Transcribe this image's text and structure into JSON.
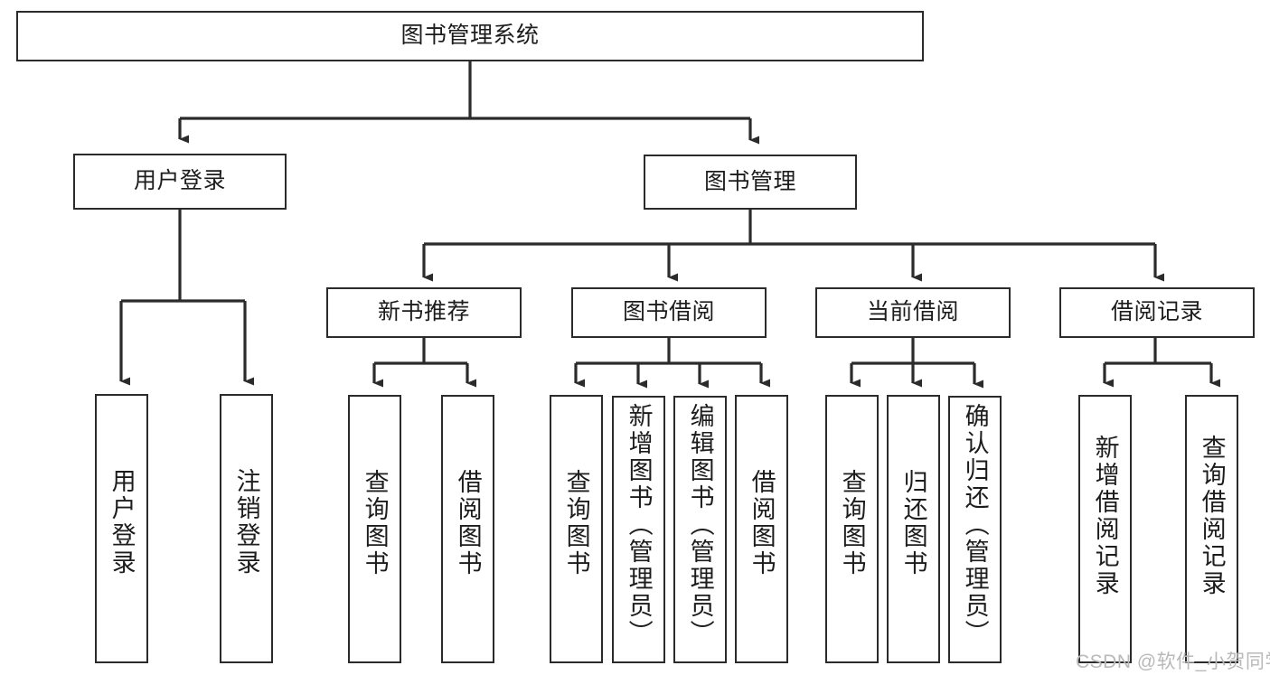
{
  "diagram": {
    "type": "tree-hierarchy-chart",
    "title": "图书管理系统",
    "stroke_color": "#2b2b2b",
    "background_color": "#ffffff",
    "text_color": "#1c1c1c",
    "levels": {
      "level1": [
        {
          "id": "root",
          "label": "图书管理系统",
          "orientation": "horizontal"
        }
      ],
      "level2": [
        {
          "id": "user-login",
          "label": "用户登录",
          "orientation": "horizontal"
        },
        {
          "id": "book-management",
          "label": "图书管理",
          "orientation": "horizontal"
        }
      ],
      "level3": [
        {
          "id": "new-book-recommend",
          "label": "新书推荐",
          "orientation": "horizontal",
          "parent": "book-management"
        },
        {
          "id": "book-borrow",
          "label": "图书借阅",
          "orientation": "horizontal",
          "parent": "book-management"
        },
        {
          "id": "current-borrow",
          "label": "当前借阅",
          "orientation": "horizontal",
          "parent": "book-management"
        },
        {
          "id": "borrow-record",
          "label": "借阅记录",
          "orientation": "horizontal",
          "parent": "book-management"
        }
      ],
      "level4": [
        {
          "id": "leaf-user-login",
          "label": "用户登录",
          "orientation": "vertical",
          "parent": "user-login"
        },
        {
          "id": "leaf-logout-login",
          "label": "注销登录",
          "orientation": "vertical",
          "parent": "user-login"
        },
        {
          "id": "leaf-query-book-1",
          "label": "查询图书",
          "orientation": "vertical",
          "parent": "new-book-recommend"
        },
        {
          "id": "leaf-borrow-book-1",
          "label": "借阅图书",
          "orientation": "vertical",
          "parent": "new-book-recommend"
        },
        {
          "id": "leaf-query-book-2",
          "label": "查询图书",
          "orientation": "vertical",
          "parent": "book-borrow"
        },
        {
          "id": "leaf-add-book-admin",
          "label": "新增图书（管理员）",
          "orientation": "vertical",
          "parent": "book-borrow"
        },
        {
          "id": "leaf-edit-book-admin",
          "label": "编辑图书（管理员）",
          "orientation": "vertical",
          "parent": "book-borrow"
        },
        {
          "id": "leaf-borrow-book-2",
          "label": "借阅图书",
          "orientation": "vertical",
          "parent": "book-borrow"
        },
        {
          "id": "leaf-query-book-3",
          "label": "查询图书",
          "orientation": "vertical",
          "parent": "current-borrow"
        },
        {
          "id": "leaf-return-book",
          "label": "归还图书",
          "orientation": "vertical",
          "parent": "current-borrow"
        },
        {
          "id": "leaf-confirm-return-admin",
          "label": "确认归还（管理员）",
          "orientation": "vertical",
          "parent": "current-borrow"
        },
        {
          "id": "leaf-add-borrow-record",
          "label": "新增借阅记录",
          "orientation": "vertical",
          "parent": "borrow-record"
        },
        {
          "id": "leaf-query-borrow-record",
          "label": "查询借阅记录",
          "orientation": "vertical",
          "parent": "borrow-record"
        }
      ]
    }
  },
  "watermark": {
    "text": "CSDN @软件_小贺同学",
    "color": "#b9b9b9"
  }
}
